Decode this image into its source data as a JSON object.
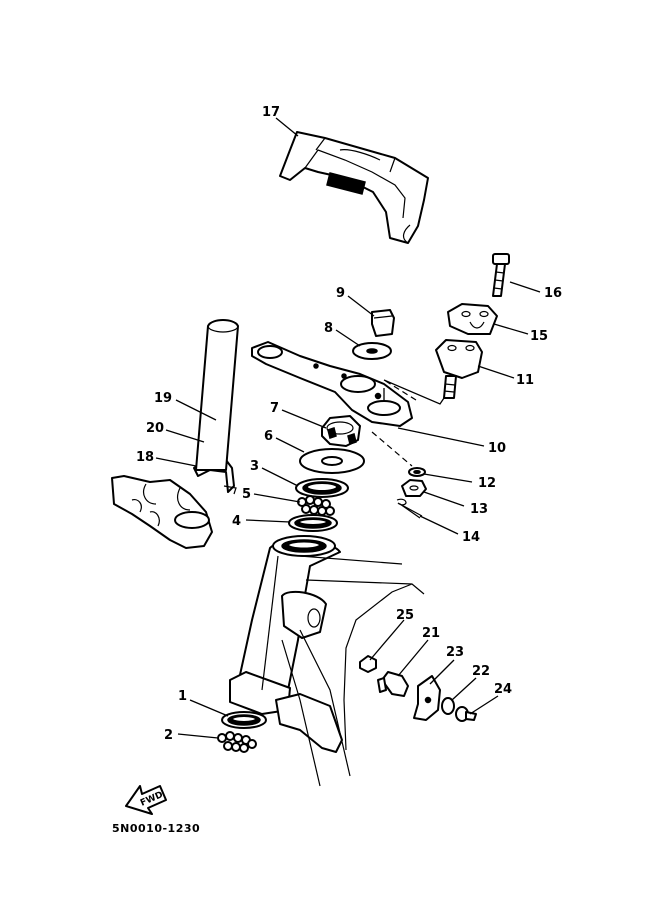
{
  "diagram": {
    "drawing_code": "5N0010-1230",
    "fwd_label": "FWD",
    "callouts": {
      "c1": "1",
      "c2": "2",
      "c3": "3",
      "c4": "4",
      "c5": "5",
      "c6": "6",
      "c7": "7",
      "c8": "8",
      "c9": "9",
      "c10": "10",
      "c11": "11",
      "c12": "12",
      "c13": "13",
      "c14": "14",
      "c15": "15",
      "c16": "16",
      "c17": "17",
      "c18": "18",
      "c19": "19",
      "c20": "20",
      "c21": "21",
      "c22": "22",
      "c23": "23",
      "c24": "24",
      "c25": "25"
    }
  }
}
